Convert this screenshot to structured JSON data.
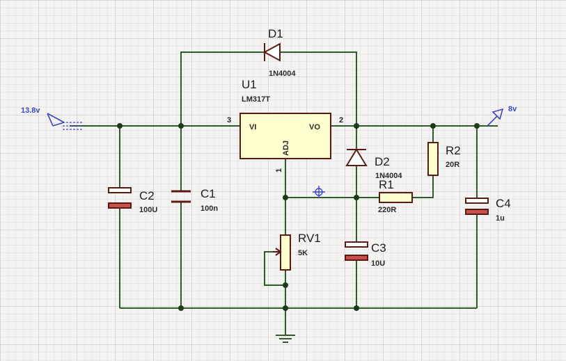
{
  "terminals": {
    "input": {
      "label": "13.8v"
    },
    "output": {
      "label": "8v"
    }
  },
  "regulator": {
    "ref": "U1",
    "part": "LM317T",
    "pin_vi": "VI",
    "pin_vo": "VO",
    "pin_adj": "ADJ",
    "pin3": "3",
    "pin2": "2",
    "pin1": "1"
  },
  "d1": {
    "ref": "D1",
    "value": "1N4004"
  },
  "d2": {
    "ref": "D2",
    "value": "1N4004"
  },
  "r1": {
    "ref": "R1",
    "value": "220R"
  },
  "r2": {
    "ref": "R2",
    "value": "20R"
  },
  "rv1": {
    "ref": "RV1",
    "value": "5K"
  },
  "c1": {
    "ref": "C1",
    "value": "100n"
  },
  "c2": {
    "ref": "C2",
    "value": "100U"
  },
  "c3": {
    "ref": "C3",
    "value": "10U"
  },
  "c4": {
    "ref": "C4",
    "value": "1u"
  },
  "colors": {
    "grid": "#c9c9c9",
    "wire": "#2f5a2a",
    "component": "#5a1a14",
    "body_fill": "#ffffd0",
    "terminal": "#3b46c8",
    "capacitor_plate": "#c8504a"
  }
}
